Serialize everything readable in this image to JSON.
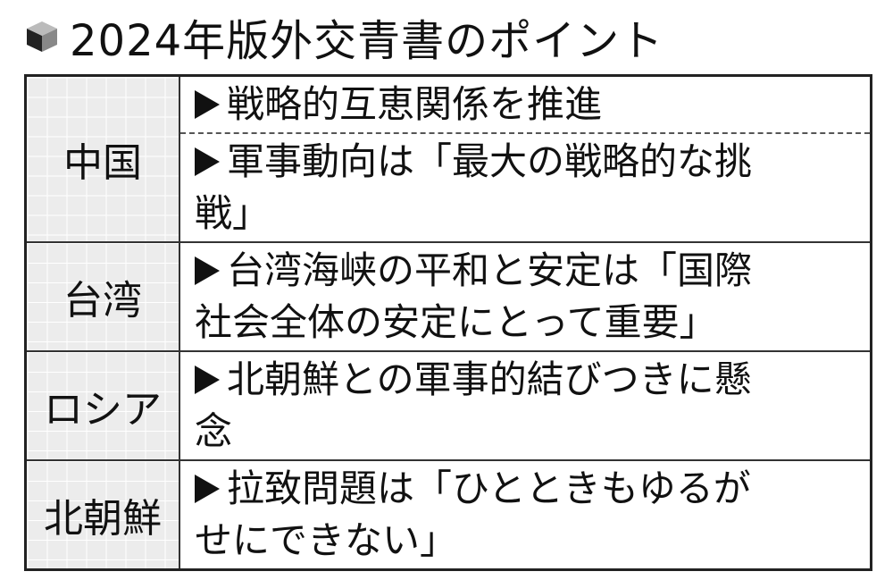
{
  "title": "2024年版外交青書のポイント",
  "icon": "cube-icon",
  "rows": [
    {
      "label": "中国",
      "items": [
        {
          "lines": [
            "戦略的互恵関係を推進"
          ]
        },
        {
          "lines": [
            "軍事動向は「最大の戦略的な挑",
            "戦」"
          ]
        }
      ]
    },
    {
      "label": "台湾",
      "items": [
        {
          "lines": [
            "台湾海峡の平和と安定は「国際",
            "社会全体の安定にとって重要」"
          ]
        }
      ]
    },
    {
      "label": "ロシア",
      "items": [
        {
          "lines": [
            "北朝鮮との軍事的結びつきに懸",
            "念"
          ]
        }
      ]
    },
    {
      "label": "北朝鮮",
      "items": [
        {
          "lines": [
            "拉致問題は「ひとときもゆるが",
            "せにできない」"
          ]
        }
      ]
    }
  ]
}
